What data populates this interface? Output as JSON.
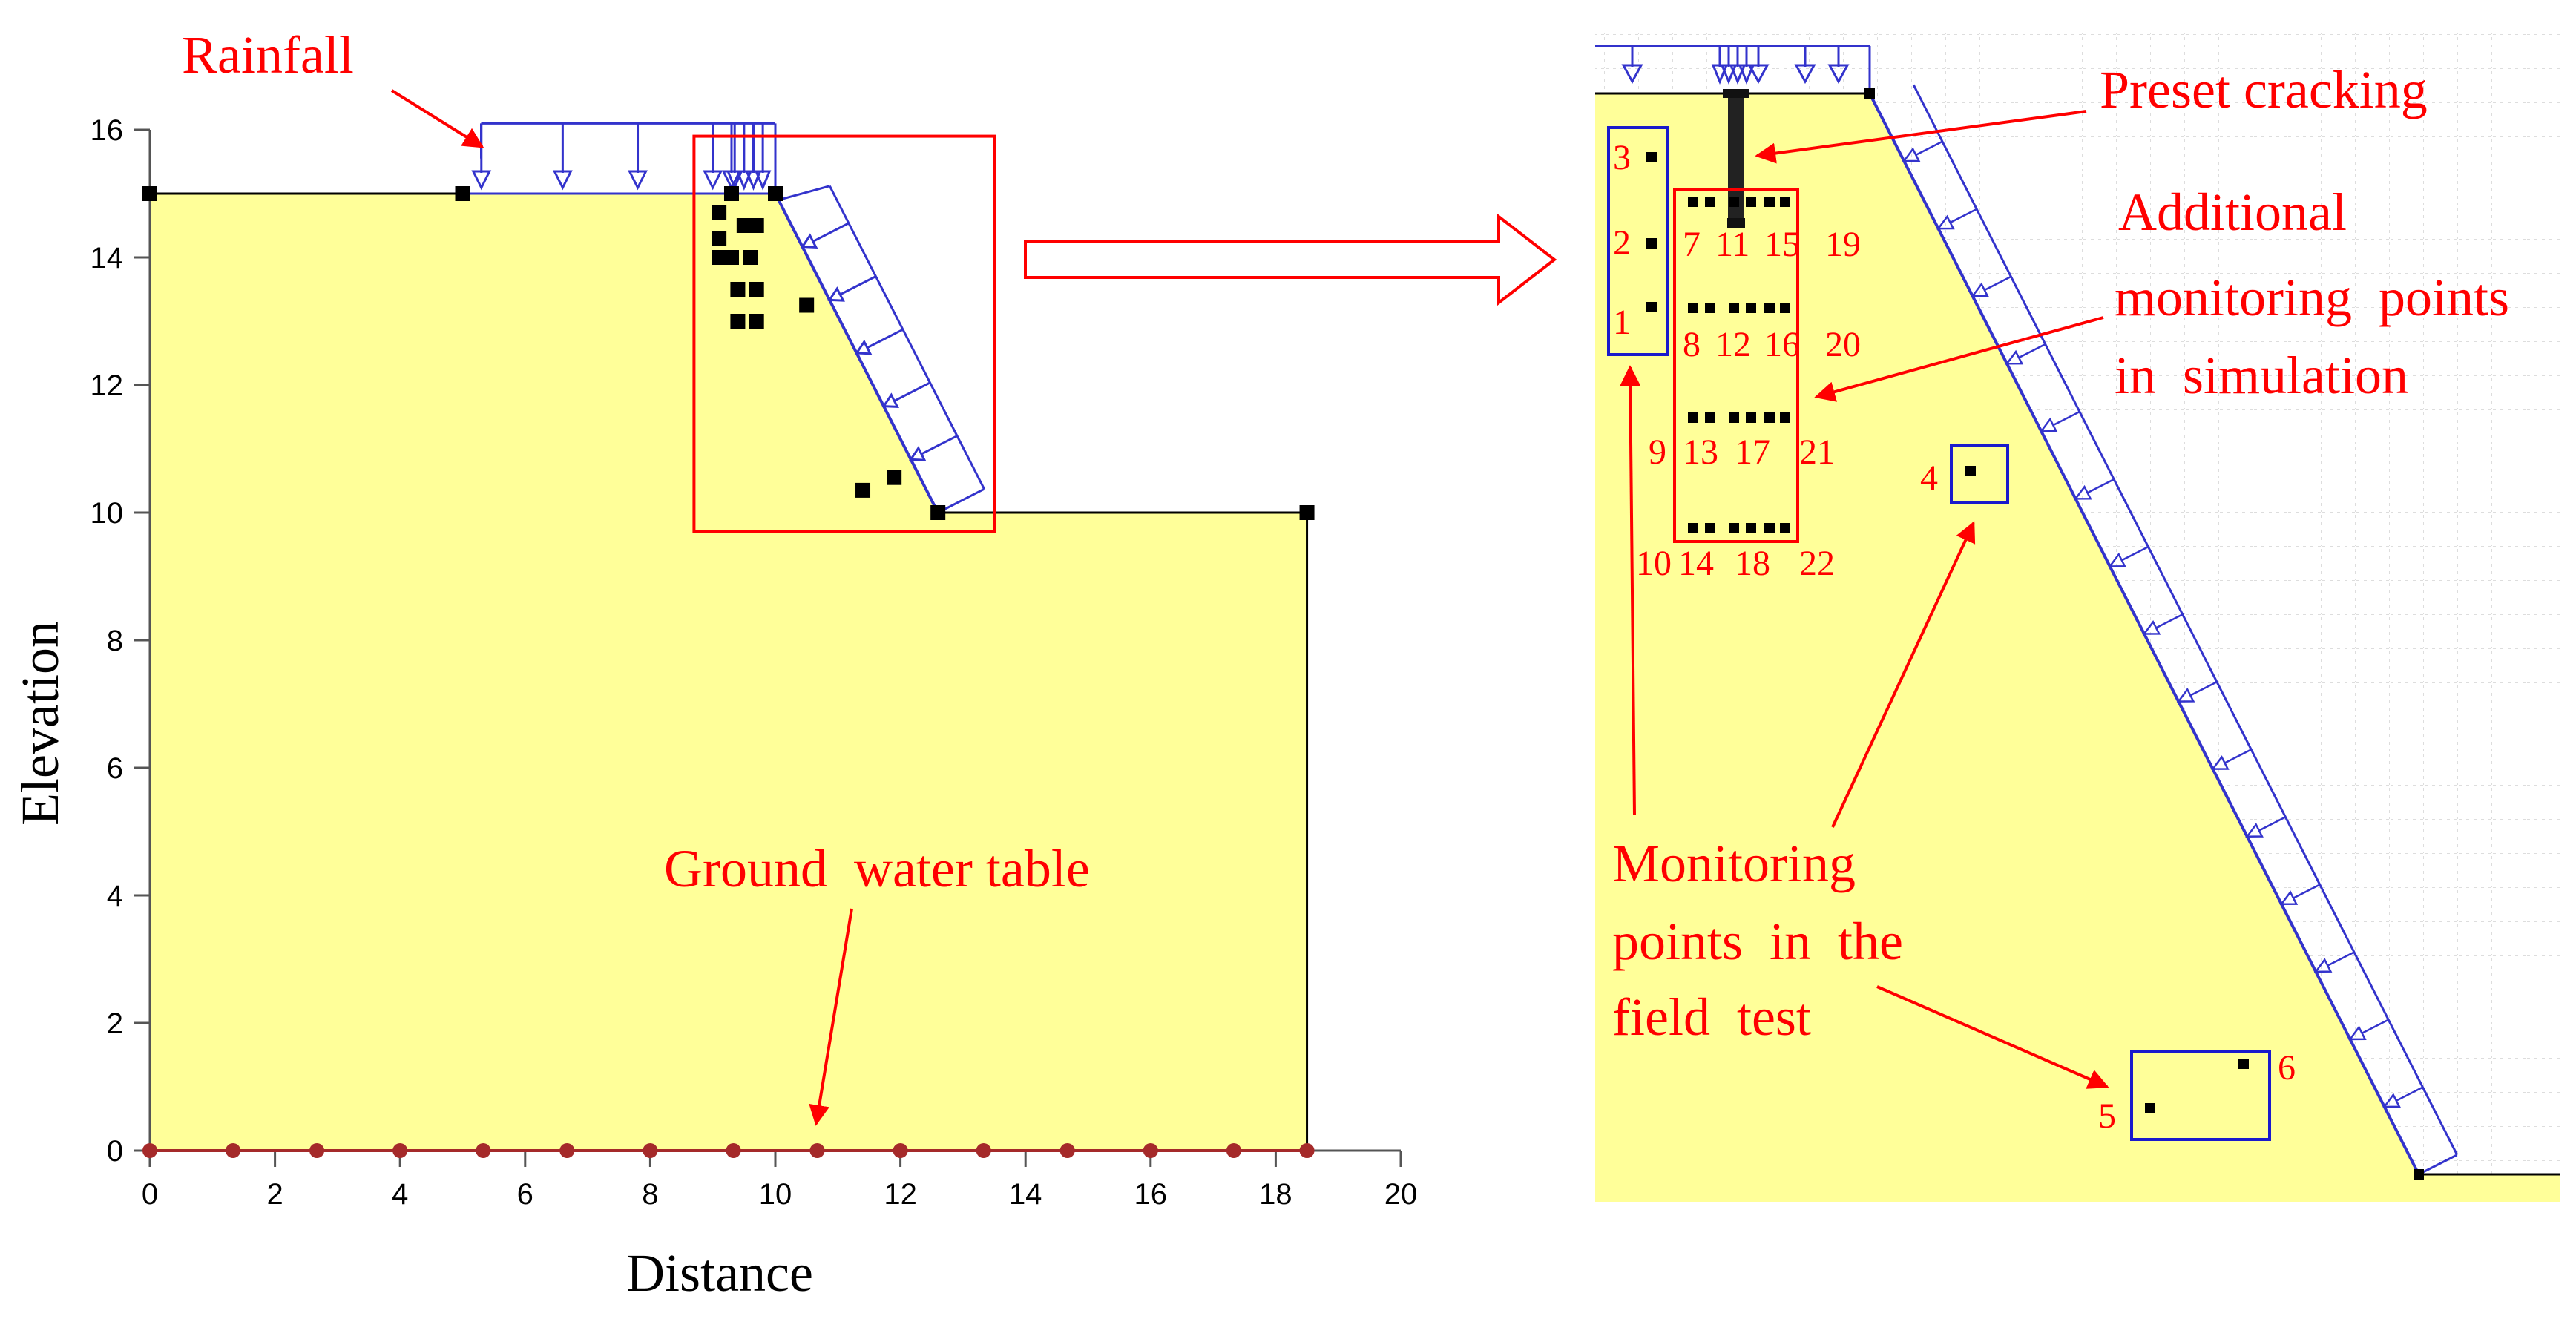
{
  "left_plot": {
    "x_axis_label": "Distance",
    "y_axis_label": "Elevation",
    "x_ticks": [
      0,
      2,
      4,
      6,
      8,
      10,
      12,
      14,
      16,
      18,
      20
    ],
    "y_ticks": [
      0,
      2,
      4,
      6,
      8,
      10,
      12,
      14,
      16
    ],
    "xlim": [
      0,
      20
    ],
    "ylim": [
      0,
      16
    ],
    "slope_boundary": [
      [
        0,
        15
      ],
      [
        10,
        15
      ],
      [
        12.6,
        10
      ],
      [
        18.5,
        10
      ],
      [
        18.5,
        0
      ],
      [
        0,
        0
      ]
    ],
    "boundary_nodes": [
      [
        0,
        15
      ],
      [
        5,
        15
      ],
      [
        9.3,
        15
      ],
      [
        10,
        15
      ],
      [
        12.6,
        10
      ],
      [
        18.5,
        10
      ]
    ],
    "rainfall_segment": [
      5,
      10
    ],
    "rainfall_arrow_x": [
      5.3,
      6.6,
      7.8,
      9.0,
      9.3
    ],
    "dense_arrow_x": [
      9.35,
      9.5,
      9.65,
      9.8
    ],
    "water_table_y": 0,
    "water_table_nodes_x": [
      0,
      1.33,
      2.67,
      4.0,
      5.33,
      6.67,
      8.0,
      9.33,
      10.67,
      12.0,
      13.33,
      14.67,
      16.0,
      17.33,
      18.5
    ],
    "monitoring_markers": [
      [
        9.1,
        14.7
      ],
      [
        9.1,
        14.3
      ],
      [
        9.1,
        14.0
      ],
      [
        9.5,
        14.5
      ],
      [
        9.7,
        14.5
      ],
      [
        9.3,
        14.0
      ],
      [
        9.6,
        14.0
      ],
      [
        9.4,
        13.5
      ],
      [
        9.7,
        13.5
      ],
      [
        9.4,
        13.0
      ],
      [
        9.7,
        13.0
      ],
      [
        10.5,
        13.25
      ],
      [
        11.4,
        10.35
      ],
      [
        11.9,
        10.55
      ]
    ],
    "zoom_box": [
      8.7,
      9.7,
      13.5,
      15.9
    ],
    "annotations": {
      "rainfall": "Rainfall",
      "ground_water": "Ground  water table"
    }
  },
  "zoom_panel": {
    "labels": {
      "preset_cracking": "Preset cracking",
      "additional_line1": "Additional",
      "additional_line2": "monitoring  points",
      "additional_line3": "in  simulation",
      "field_line1": "Monitoring",
      "field_line2": "points  in  the",
      "field_line3": "field  test"
    },
    "field_points": [
      {
        "id": "1",
        "label": "1"
      },
      {
        "id": "2",
        "label": "2"
      },
      {
        "id": "3",
        "label": "3"
      },
      {
        "id": "4",
        "label": "4"
      },
      {
        "id": "5",
        "label": "5"
      },
      {
        "id": "6",
        "label": "6"
      }
    ],
    "sim_rows": [
      [
        "7",
        "11",
        "15",
        "19"
      ],
      [
        "8",
        "12",
        "16",
        "20"
      ],
      [
        "9",
        "13",
        "17",
        "21"
      ],
      [
        "10",
        "14",
        "18",
        "22"
      ]
    ]
  },
  "colors": {
    "soil_fill": "#FFFF99",
    "annotation_red": "#FF0000",
    "load_blue": "#3333CC",
    "field_box_blue": "#1A1ACC",
    "water_node": "#A52A2A",
    "grid": "#DDDDDD",
    "axis_gray": "#555555"
  }
}
